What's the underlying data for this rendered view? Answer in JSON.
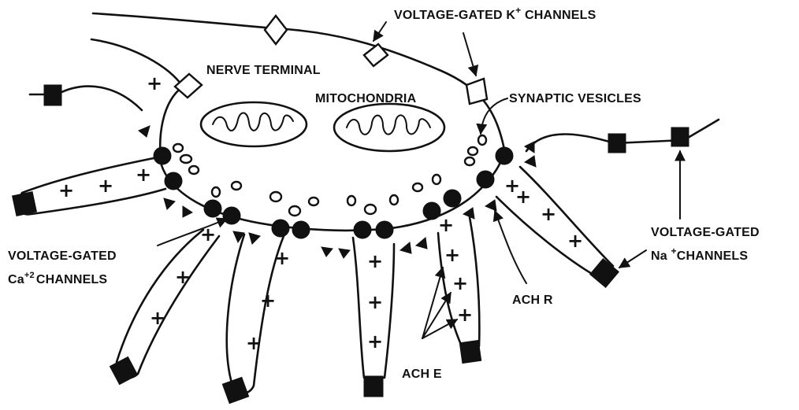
{
  "labels": {
    "voltage_gated_k": "VOLTAGE-GATED  K",
    "k_superscript": "+",
    "k_channels": " CHANNELS",
    "nerve_terminal": "NERVE TERMINAL",
    "mitochondria": "MITOCHONDRIA",
    "synaptic_vesicles": "SYNAPTIC VESICLES",
    "voltage_gated_ca_line1": "VOLTAGE-GATED",
    "ca_prefix": "Ca",
    "ca_superscript": "+2",
    "ca_channels": "CHANNELS",
    "voltage_gated_na_line1": "VOLTAGE-GATED",
    "na_prefix": "Na ",
    "na_superscript": "+",
    "na_channels": "CHANNELS",
    "ach_r": "ACH R",
    "ach_e": "ACH E"
  },
  "symbols": {
    "plus": "+"
  }
}
